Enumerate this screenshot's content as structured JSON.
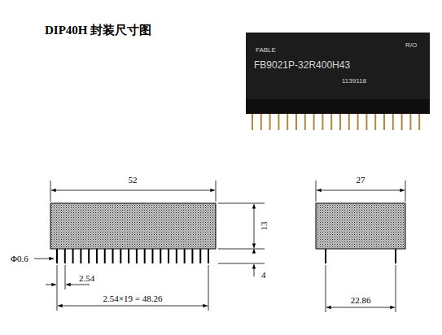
{
  "diagram": {
    "title": "DIP40H 封装尺寸图",
    "nodes": [
      {
        "text": [
          "FABLE",
          "R/O",
          "FB9021P-32R400H43",
          "1139118"
        ]
      }
    ],
    "labels": [
      "52",
      "13",
      "4",
      "Φ0.6",
      "2.54",
      "2.54×19 = 48.26",
      "27",
      "22.86"
    ]
  }
}
